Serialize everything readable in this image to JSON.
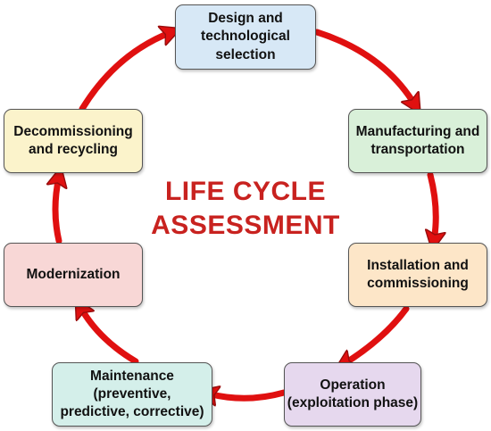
{
  "title": "LIFE CYCLE\nASSESSMENT",
  "colors": {
    "title": "#c8221f",
    "arrow": "#e01010",
    "arrow_outline": "#9a0d0d"
  },
  "stages": [
    {
      "id": "design",
      "label": "Design and\ntechnological\nselection",
      "fill": "#d7e8f6"
    },
    {
      "id": "manufacturing",
      "label": "Manufacturing and\ntransportation",
      "fill": "#d9f0d9"
    },
    {
      "id": "installation",
      "label": "Installation and\ncommissioning",
      "fill": "#fde6c8"
    },
    {
      "id": "operation",
      "label": "Operation\n(exploitation phase)",
      "fill": "#e6d8ee"
    },
    {
      "id": "maintenance",
      "label": "Maintenance\n(preventive,\npredictive, corrective)",
      "fill": "#d4efea"
    },
    {
      "id": "modernization",
      "label": "Modernization",
      "fill": "#f8d7d6"
    },
    {
      "id": "decommissioning",
      "label": "Decommissioning\nand recycling",
      "fill": "#fbf3cb"
    }
  ]
}
